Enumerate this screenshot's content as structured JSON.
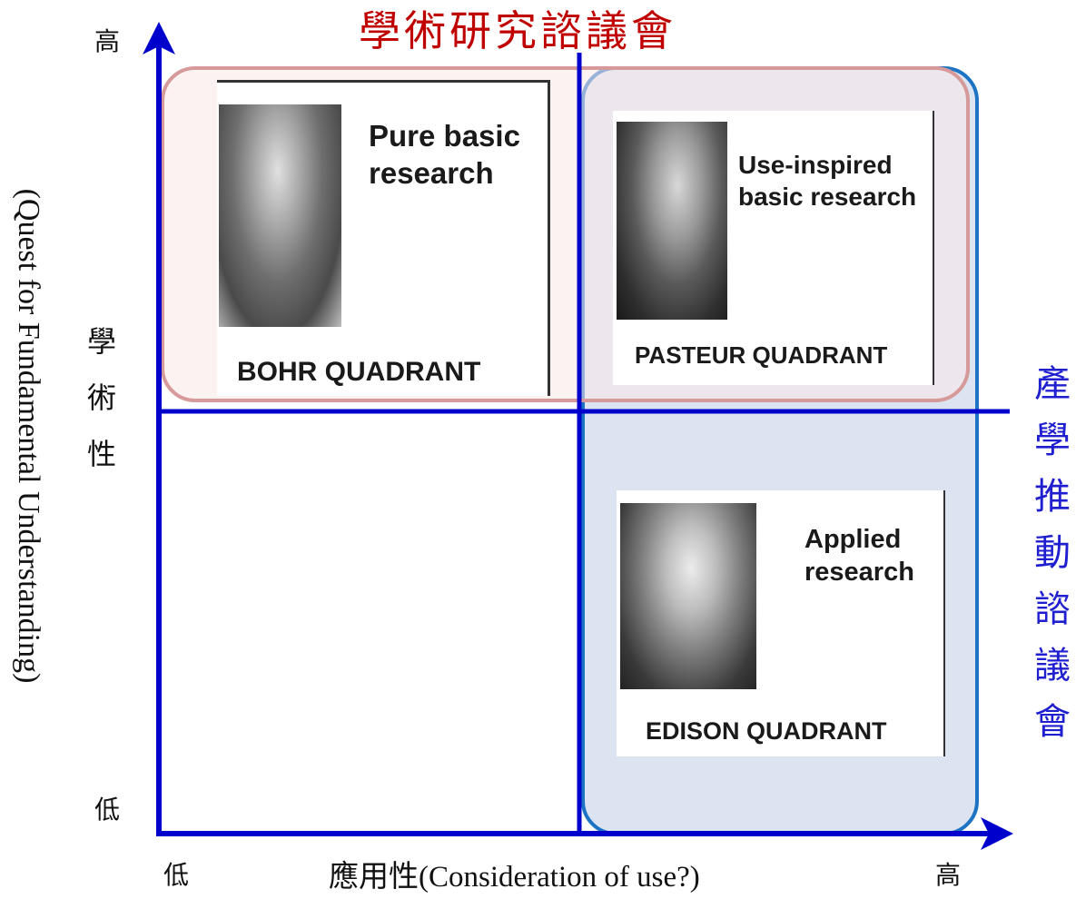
{
  "title": "學術研究諮議會",
  "right_label": "產學推動諮議會",
  "y_axis": {
    "label_zh": "學術性",
    "label_en": "(Quest for Fundamental Understanding)",
    "high": "高",
    "low": "低"
  },
  "x_axis": {
    "label_zh": "應用性",
    "label_en": "(Consideration of use?)",
    "low": "低",
    "high": "高"
  },
  "quadrants": {
    "bohr": {
      "heading": "Pure basic research",
      "name": "BOHR  QUADRANT"
    },
    "pasteur": {
      "heading": "Use-inspired basic research",
      "name": "PASTEUR  QUADRANT"
    },
    "edison": {
      "heading": "Applied research",
      "name": "EDISON  QUADRANT"
    }
  },
  "colors": {
    "axis": "#0000cc",
    "title": "#c00000",
    "right_label": "#1f1fd0",
    "academic_region_border": "#d79a9a",
    "industry_region_border": "#1e74c4"
  }
}
